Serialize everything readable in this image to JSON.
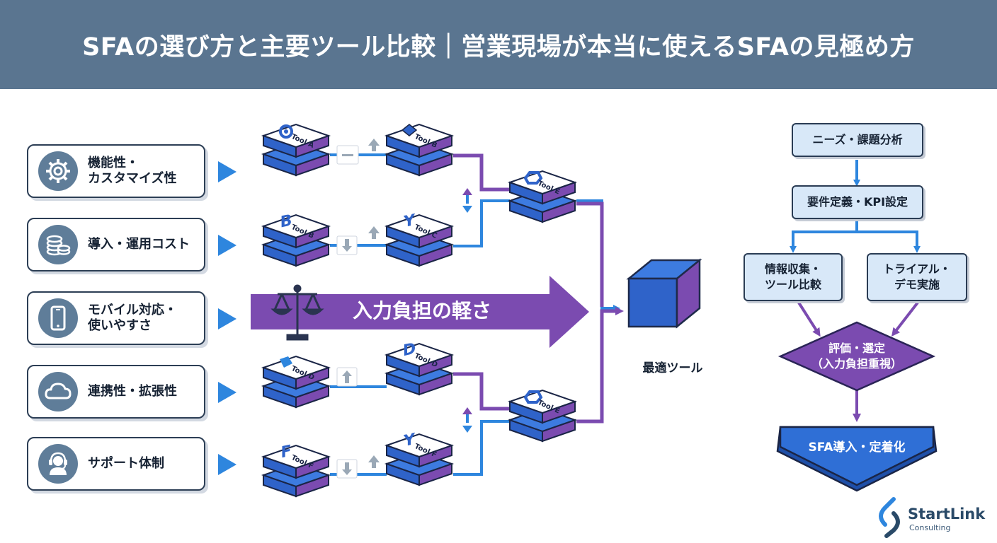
{
  "header": {
    "title": "SFAの選び方と主要ツール比較｜営業現場が本当に使えるSFAの見極め方"
  },
  "criteria": [
    {
      "label_line1": "機能性・",
      "label_line2": "カスタマイズ性",
      "icon": "gear-icon"
    },
    {
      "label_line1": "導入・運用コスト",
      "label_line2": "",
      "icon": "coins-icon"
    },
    {
      "label_line1": "モバイル対応・",
      "label_line2": "使いやすさ",
      "icon": "smartphone-icon"
    },
    {
      "label_line1": "連携性・拡張性",
      "label_line2": "",
      "icon": "cloud-icon"
    },
    {
      "label_line1": "サポート体制",
      "label_line2": "",
      "icon": "headset-icon"
    }
  ],
  "tools": {
    "tool_a": "Tool A",
    "tool_b": "Tool B",
    "tool_c": "Tool C",
    "tool_d": "Tool D",
    "tool_e": "Tool E",
    "tool_f": "Tool F"
  },
  "focus_arrow": {
    "label": "入力負担の軽さ",
    "icon": "scale-icon"
  },
  "result": {
    "label": "最適ツール"
  },
  "process": {
    "step1": "ニーズ・課題分析",
    "step2": "要件定義・KPI設定",
    "step3a_line1": "情報収集・",
    "step3a_line2": "ツール比較",
    "step3b_line1": "トライアル・",
    "step3b_line2": "デモ実施",
    "step4_line1": "評価・選定",
    "step4_line2": "（入力負担重視）",
    "step5": "SFA導入・定着化"
  },
  "logo": {
    "name": "StartLink",
    "sub": "Consulting"
  },
  "colors": {
    "header_bg": "#5a7590",
    "accent_blue": "#2e86de",
    "accent_purple": "#7b4bb0",
    "tool_blue": "#2f63c9",
    "flow_box_bg": "#d8e8f8"
  }
}
